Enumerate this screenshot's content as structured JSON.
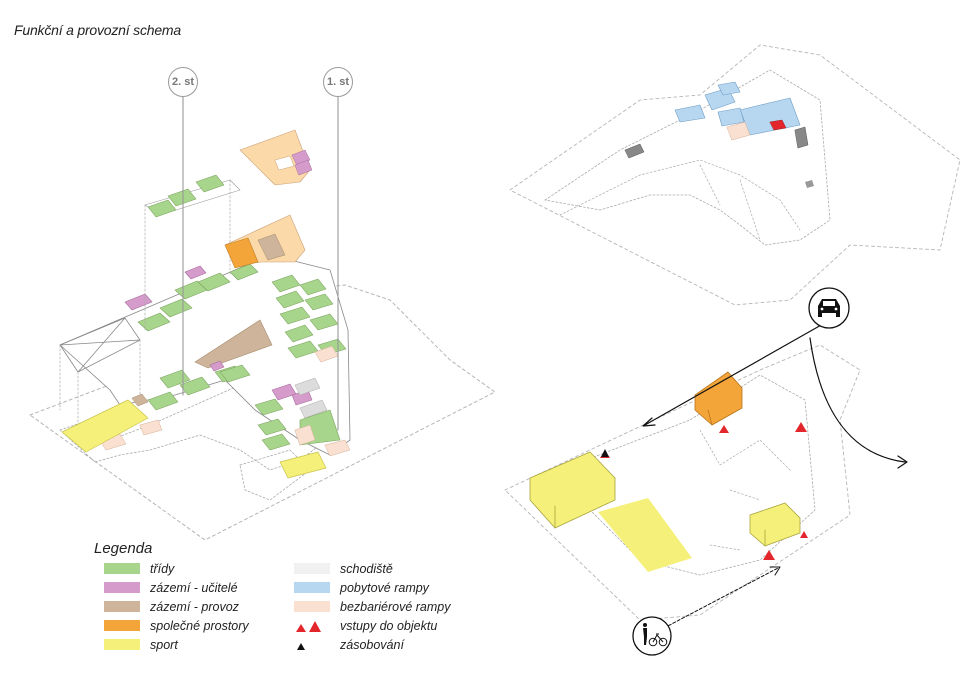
{
  "title": "Funkční a provozní schema",
  "levels": {
    "second": "2. st",
    "first": "1. st"
  },
  "legend": {
    "heading": "Legenda",
    "items": [
      {
        "label": "třídy",
        "color": "#a8d58c"
      },
      {
        "label": "zázemí - učitelé",
        "color": "#d49bcb"
      },
      {
        "label": "zázemí - provoz",
        "color": "#cdb49a"
      },
      {
        "label": "společné prostory",
        "color": "#f4a53a"
      },
      {
        "label": "sport",
        "color": "#f5f07a"
      },
      {
        "label": "schodiště",
        "color": "#f1f1f1"
      },
      {
        "label": "pobytové rampy",
        "color": "#b7d7f0"
      },
      {
        "label": "bezbariérové rampy",
        "color": "#f9e0d0"
      },
      {
        "label": "vstupy do objektu",
        "color": "#e3262c",
        "symbol": "red-triangles"
      },
      {
        "label": "zásobování",
        "color": "#111111",
        "symbol": "black-triangle"
      }
    ]
  },
  "icons": {
    "car": "car-icon",
    "pedestrian_bike": "pedestrian-bicycle-icon"
  },
  "colors": {
    "outline": "#aaaaaa",
    "access_arrow": "#111111"
  }
}
